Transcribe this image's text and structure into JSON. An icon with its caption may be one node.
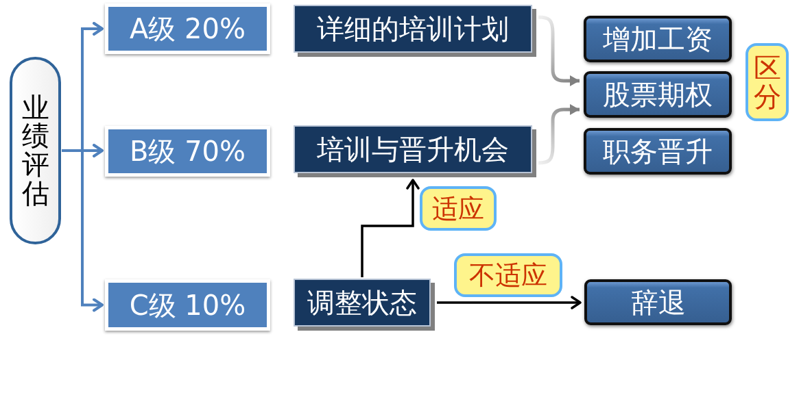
{
  "diagram": {
    "nodes": [
      {
        "text": [
          "业绩评估"
        ]
      },
      {
        "text": [
          "A级 20%"
        ]
      },
      {
        "text": [
          "B级 70%"
        ]
      },
      {
        "text": [
          "C级 10%"
        ]
      },
      {
        "text": [
          "详细的培训计划"
        ]
      },
      {
        "text": [
          "培训与晋升机会"
        ]
      },
      {
        "text": [
          "调整状态"
        ]
      },
      {
        "text": [
          "增加工资"
        ]
      },
      {
        "text": [
          "股票期权"
        ]
      },
      {
        "text": [
          "职务晋升"
        ]
      },
      {
        "text": [
          "辞退"
        ]
      },
      {
        "text": [
          "区分"
        ]
      }
    ],
    "edges": [
      {
        "from": 0,
        "to": 1,
        "arrow": "to"
      },
      {
        "from": 0,
        "to": 2,
        "arrow": "to"
      },
      {
        "from": 0,
        "to": 3,
        "arrow": "to"
      },
      {
        "from": 4,
        "to": 8,
        "arrow": "to",
        "color": "#808080"
      },
      {
        "from": 5,
        "to": 8,
        "arrow": "to",
        "color": "#808080"
      },
      {
        "from": 6,
        "to": 5,
        "arrow": "to",
        "label": "适应",
        "color": "#000000"
      },
      {
        "from": 6,
        "to": 10,
        "arrow": "to",
        "label": "不适应",
        "color": "#000000"
      }
    ]
  }
}
